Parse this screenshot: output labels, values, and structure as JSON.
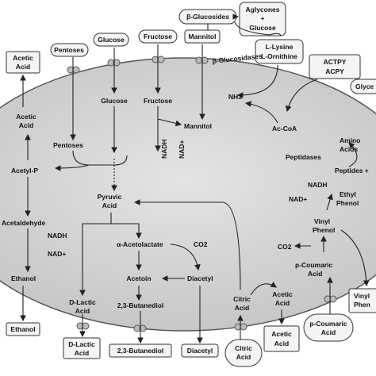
{
  "colors": {
    "cell": "#d6d6d6",
    "cell_edge": "#555555",
    "box_fill": "#f4f4f4",
    "line": "#222222"
  },
  "outside": {
    "acetic_acid_top": [
      "Acetic",
      "Acid"
    ],
    "pentoses": "Pentoses",
    "glucose": "Glucose",
    "fructose": "Fructose",
    "mannitol": "Mannitol",
    "beta_glucosides": "β-Glucosides",
    "aglycones_glucose": [
      "Aglycones",
      "+",
      "Glucose"
    ],
    "lysine_ornithine": [
      "L-Lysine",
      "L-Ornithine"
    ],
    "actpy": [
      "ACTPY",
      "ACPY"
    ],
    "glyce": "Glyce",
    "ethanol_out": "Ethanol",
    "d_lactic_out": [
      "D-Lactic",
      "Acid"
    ],
    "butanediol_out": "2,3-Butanediol",
    "diacetyl_out": "Diacetyl",
    "citric_out": [
      "Citric",
      "Acid"
    ],
    "acetic_out": [
      "Acetic",
      "Acid"
    ],
    "p_coumaric_out": [
      "p-Coumaric",
      "Acid"
    ],
    "vinyl_phen_out": [
      "Vinyl",
      "Phen"
    ]
  },
  "inside": {
    "beta_glucosidases": "β-Glucosidases",
    "nh3": "NH3",
    "ac_coa": "Ac-CoA",
    "amino_acids": [
      "Amino",
      "Acids"
    ],
    "peptidases": "Peptidases",
    "peptides": "Peptides +",
    "acetic_acid": [
      "Acetic",
      "Acid"
    ],
    "glucose": "Glucose",
    "fructose": "Fructose",
    "mannitol": "Mannitol",
    "pentoses": "Pentoses",
    "nadh_v": "NADH",
    "nad_v": "NAD+",
    "acetyl_p": "Acetyl-P",
    "pyruvic_acid": [
      "Pyruvic",
      "Acid"
    ],
    "acetaldehyde": "Acetaldehyde",
    "nadh_l": "NADH",
    "nad_l": "NAD+",
    "ethanol": "Ethanol",
    "d_lactic": [
      "D-Lactic",
      "Acid"
    ],
    "alpha_acetolactate": "α-Acetolactate",
    "co2_a": "CO2",
    "acetoin": "Acetoin",
    "diacetyl": "Diacetyl",
    "butanediol": "2,3-Butanediol",
    "nadh_e": "NADH",
    "nad_e": "NAD+",
    "ethyl_phenol": [
      "Ethyl",
      "Phenol"
    ],
    "vinyl_phenol": [
      "Vinyl",
      "Phenol"
    ],
    "co2_p": "CO2",
    "p_coumaric": [
      "p-Coumaric",
      "Acid"
    ],
    "citric_acid": [
      "Citric",
      "Acid"
    ],
    "acetic_acid_r": [
      "Acetic",
      "Acid"
    ]
  }
}
